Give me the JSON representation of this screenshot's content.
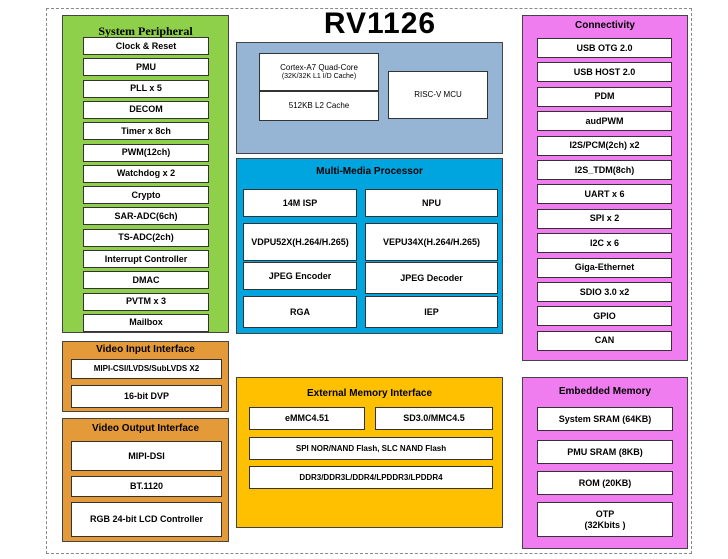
{
  "title": "RV1126",
  "system_peripheral": {
    "title": "System Peripheral",
    "items": [
      "Clock & Reset",
      "PMU",
      "PLL x 5",
      "DECOM",
      "Timer x 8ch",
      "PWM(12ch)",
      "Watchdog x 2",
      "Crypto",
      "SAR-ADC(6ch)",
      "TS-ADC(2ch)",
      "Interrupt Controller",
      "DMAC",
      "PVTM x 3",
      "Mailbox"
    ]
  },
  "cpu": {
    "core_name": "Cortex-A7 Quad-Core",
    "core_cache": "(32K/32K L1 I/D Cache)",
    "l2": "512KB L2 Cache",
    "mcu": "RISC-V MCU"
  },
  "multimedia": {
    "title": "Multi-Media Processor",
    "isp": "14M ISP",
    "npu": "NPU",
    "vdpu": "VDPU52X(H.264/H.265)",
    "vepu": "VEPU34X(H.264/H.265)",
    "jpeg_enc": "JPEG Encoder",
    "jpeg_dec": "JPEG Decoder",
    "rga": "RGA",
    "iep": "IEP"
  },
  "connectivity": {
    "title": "Connectivity",
    "items": [
      "USB OTG 2.0",
      "USB HOST 2.0",
      "PDM",
      "audPWM",
      "I2S/PCM(2ch) x2",
      "I2S_TDM(8ch)",
      "UART x 6",
      "SPI x 2",
      "I2C x 6",
      "Giga-Ethernet",
      "SDIO 3.0 x2",
      "GPIO",
      "CAN"
    ]
  },
  "video_input": {
    "title": "Video Input Interface",
    "items": [
      "MIPI-CSI/LVDS/SubLVDS X2",
      "16-bit DVP"
    ]
  },
  "video_output": {
    "title": "Video Output Interface",
    "items": [
      "MIPI-DSI",
      "BT.1120",
      "RGB 24-bit LCD Controller"
    ]
  },
  "external_memory": {
    "title": "External Memory Interface",
    "emmc": "eMMC4.51",
    "sd": "SD3.0/MMC4.5",
    "spi": "SPI NOR/NAND Flash, SLC NAND Flash",
    "ddr": "DDR3/DDR3L/DDR4/LPDDR3/LPDDR4"
  },
  "embedded_memory": {
    "title": "Embedded Memory",
    "sram": "System SRAM (64KB)",
    "pmu_sram": "PMU SRAM (8KB)",
    "rom": "ROM (20KB)",
    "otp": "OTP",
    "otp_size": "(32Kbits )"
  },
  "colors": {
    "system_peripheral": "#8fd04a",
    "cpu": "#96b4d4",
    "multimedia": "#00a5e0",
    "connectivity": "#f07df0",
    "video": "#e59a3a",
    "external_memory": "#ffc000",
    "embedded_memory": "#f07df0"
  }
}
